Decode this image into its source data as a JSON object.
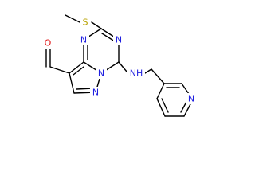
{
  "molecule": {
    "atoms": {
      "sulfur": {
        "label": "S",
        "color": "#b8a200"
      },
      "n_triazine_top": {
        "label": "N",
        "color": "#1f1fe0"
      },
      "n_triazine_left": {
        "label": "N",
        "color": "#1f1fe0"
      },
      "n_bridge": {
        "label": "N",
        "color": "#1f1fe0"
      },
      "n_pyrazole": {
        "label": "N",
        "color": "#1f1fe0"
      },
      "n_amine": {
        "label": "NH",
        "color": "#1f1fe0"
      },
      "n_pyridine": {
        "label": "N",
        "color": "#1f1fe0"
      },
      "o_aldehyde": {
        "label": "O",
        "color": "#e01010"
      }
    },
    "bond_color": "#000000"
  }
}
